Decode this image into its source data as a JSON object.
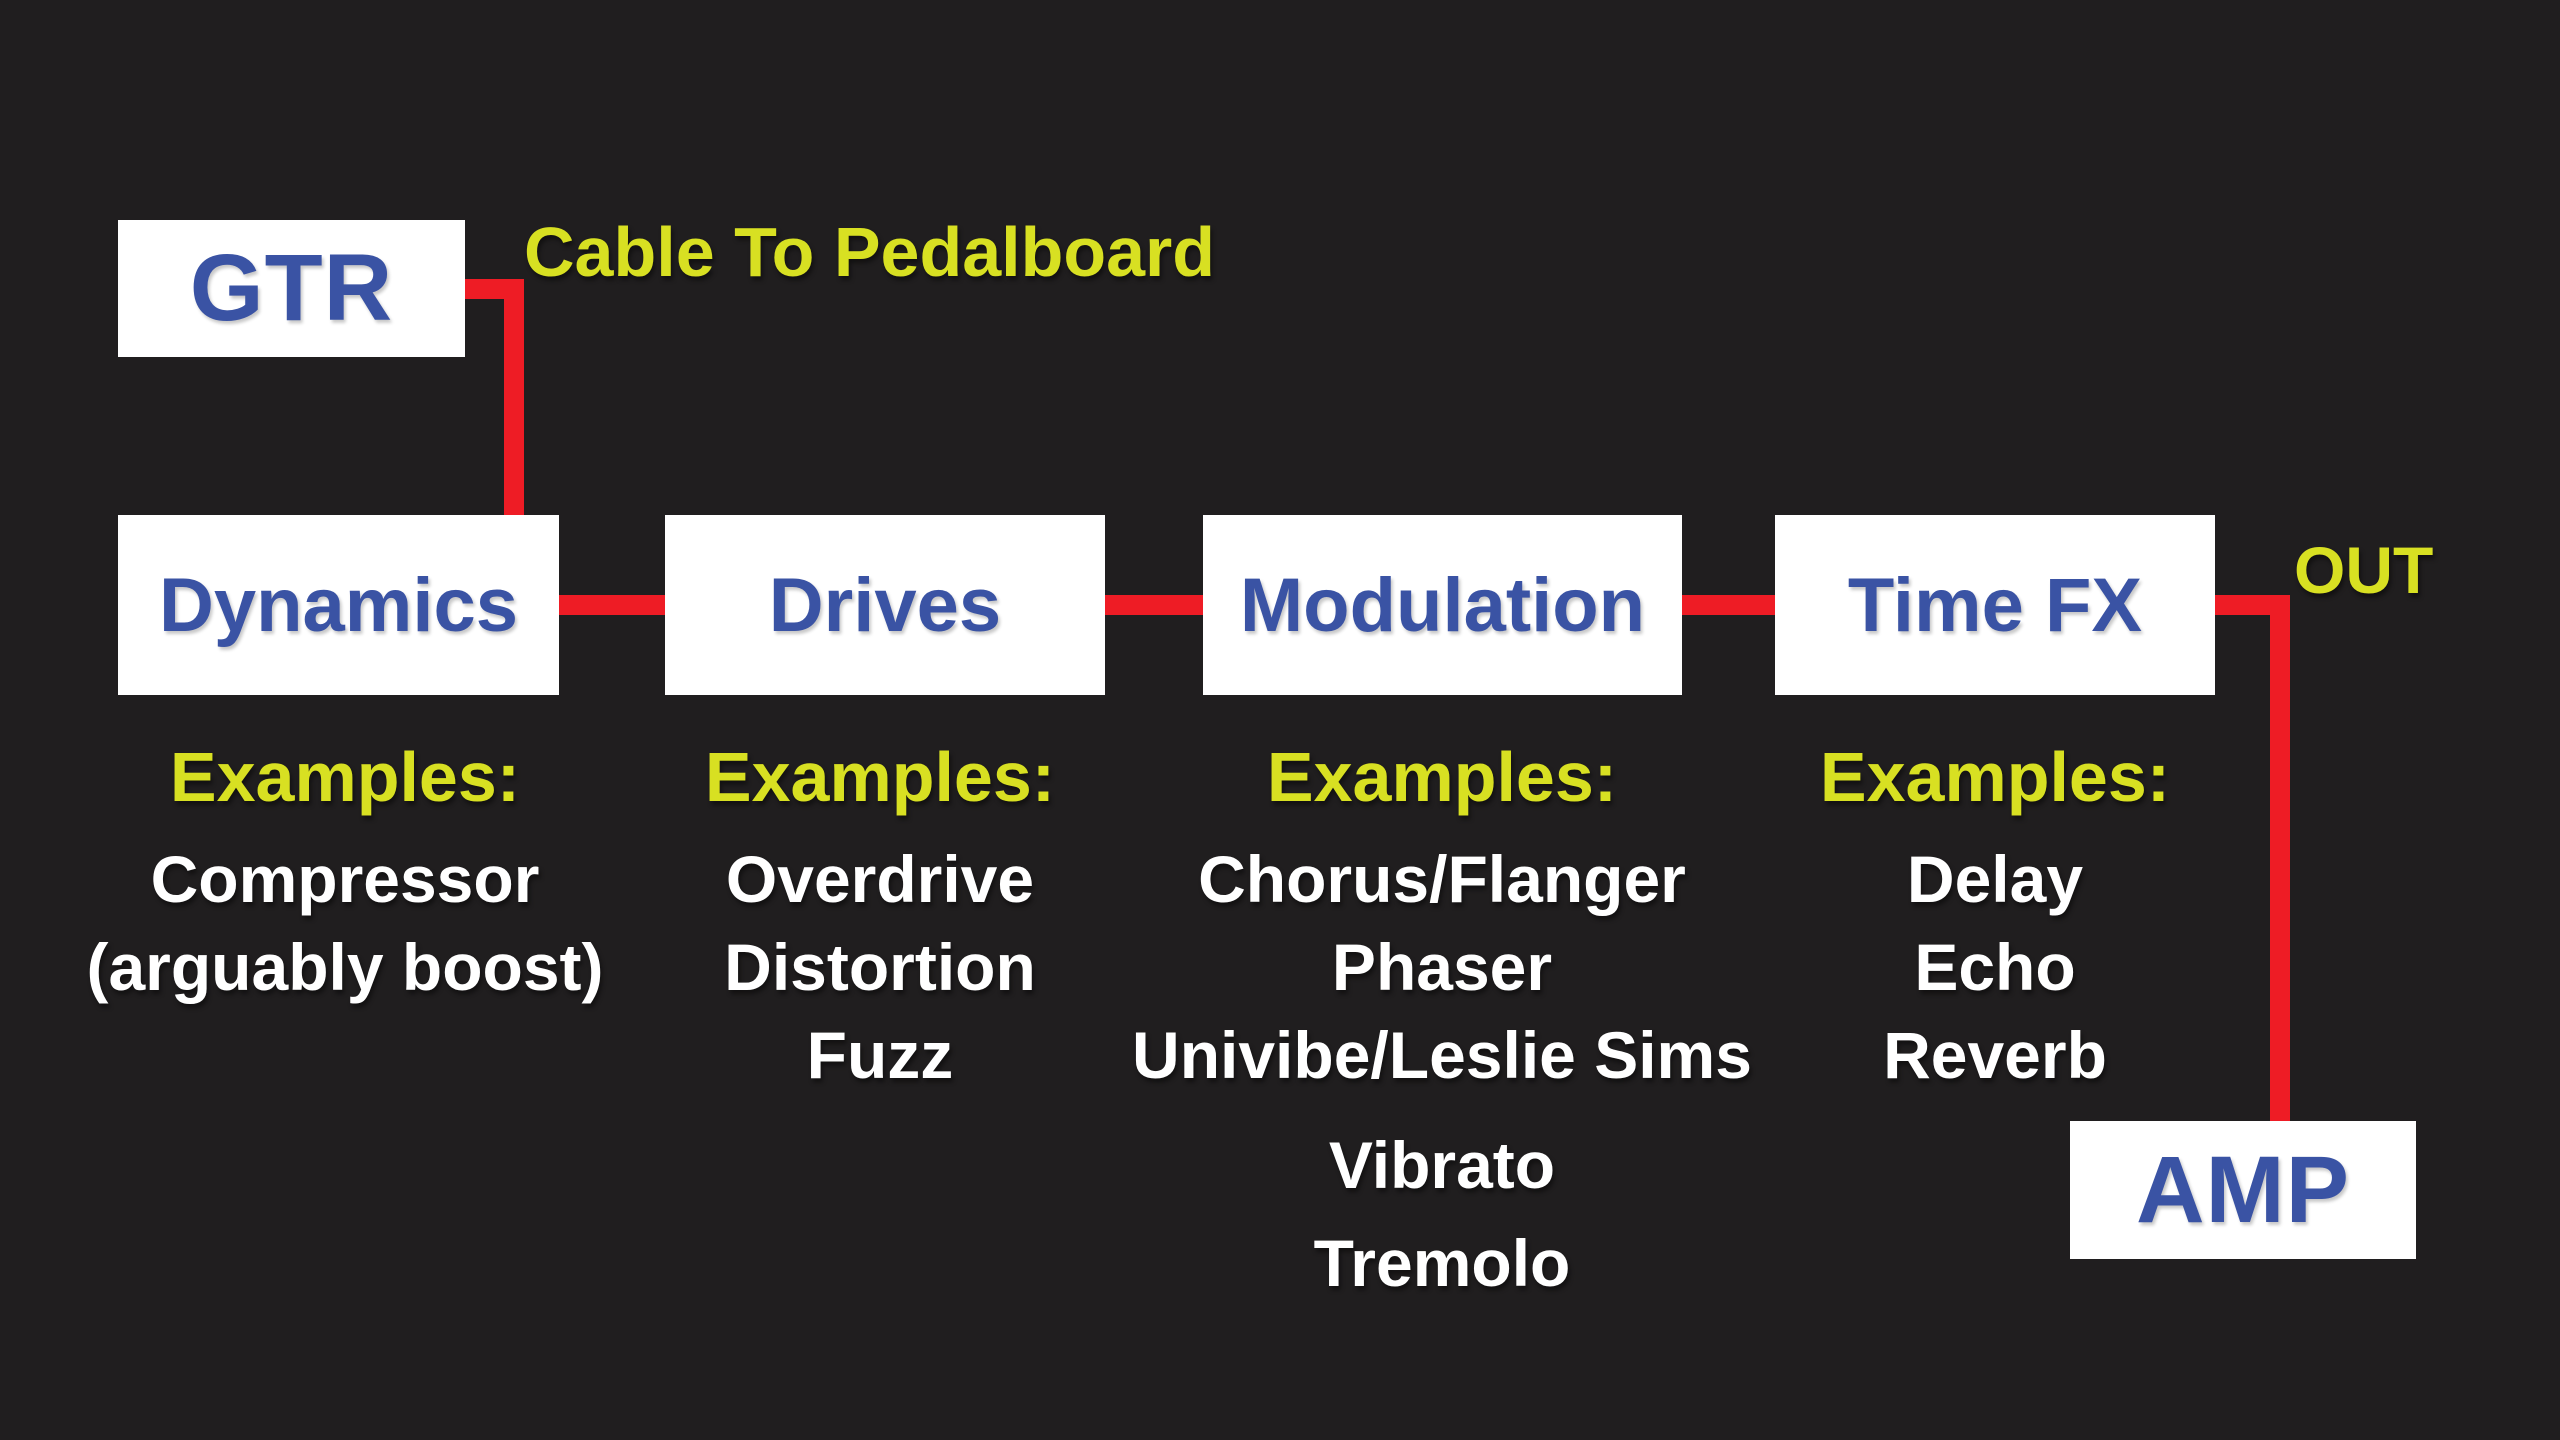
{
  "colors": {
    "background": "#201e1f",
    "box_fill": "#ffffff",
    "box_text_blue": "#3a53a4",
    "wire_red": "#ee1c25",
    "annotation_yellow": "#d8e022",
    "example_text_white": "#ffffff"
  },
  "source_node": {
    "label": "GTR"
  },
  "cable_label": "Cable To Pedalboard",
  "out_label": "OUT",
  "amp_node": {
    "label": "AMP"
  },
  "chain": [
    {
      "label": "Dynamics",
      "examples_heading": "Examples:",
      "examples": [
        "Compressor",
        "(arguably boost)"
      ]
    },
    {
      "label": "Drives",
      "examples_heading": "Examples:",
      "examples": [
        "Overdrive",
        "Distortion",
        "Fuzz"
      ]
    },
    {
      "label": "Modulation",
      "examples_heading": "Examples:",
      "examples": [
        "Chorus/Flanger",
        "Phaser",
        "Univibe/Leslie Sims",
        "Vibrato",
        "Tremolo"
      ]
    },
    {
      "label": "Time FX",
      "examples_heading": "Examples:",
      "examples": [
        "Delay",
        "Echo",
        "Reverb"
      ]
    }
  ]
}
